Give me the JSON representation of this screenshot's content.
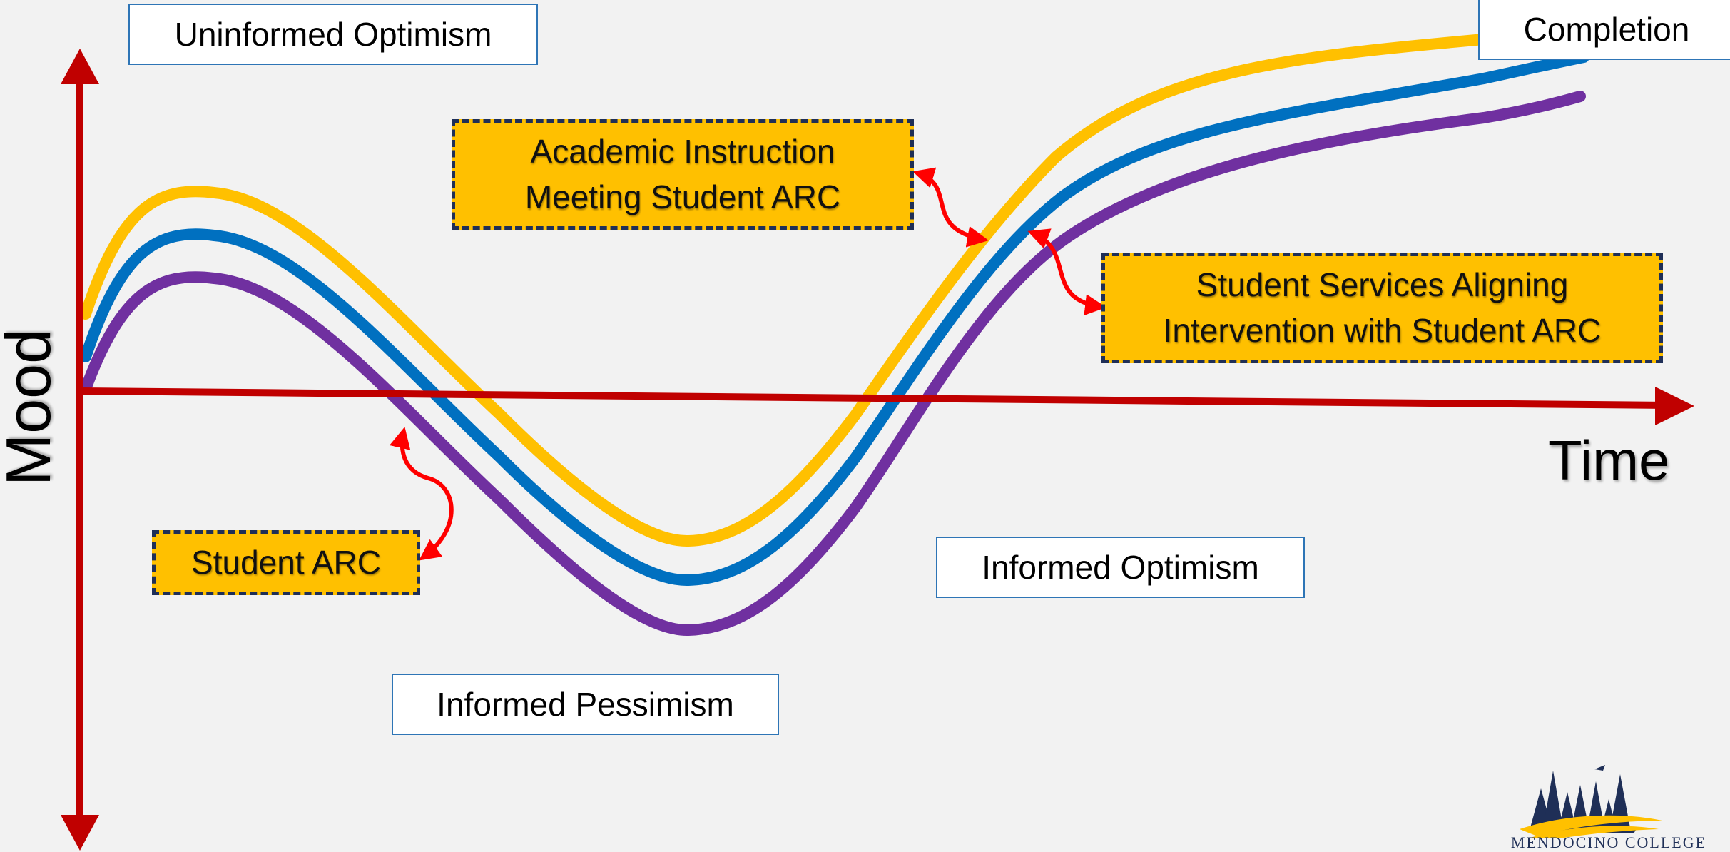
{
  "axes": {
    "y_label": "Mood",
    "x_label": "Time"
  },
  "stages": {
    "uninformed_optimism": "Uninformed Optimism",
    "informed_pessimism": "Informed Pessimism",
    "informed_optimism": "Informed Optimism",
    "completion": "Completion"
  },
  "callouts": {
    "academic_line1": "Academic Instruction",
    "academic_line2": "Meeting Student ARC",
    "services_line1": "Student Services Aligning",
    "services_line2": "Intervention with Student ARC",
    "student_arc": "Student ARC"
  },
  "curves": [
    {
      "color": "#ffc000"
    },
    {
      "color": "#0070c0"
    },
    {
      "color": "#7030a0"
    }
  ],
  "colors": {
    "axis": "#c00000",
    "pointer": "#ff0000",
    "callout_fill": "#ffc000",
    "callout_border": "#1f2f57",
    "label_border": "#2e75b6"
  },
  "logo": {
    "text": "MENDOCINO COLLEGE"
  }
}
